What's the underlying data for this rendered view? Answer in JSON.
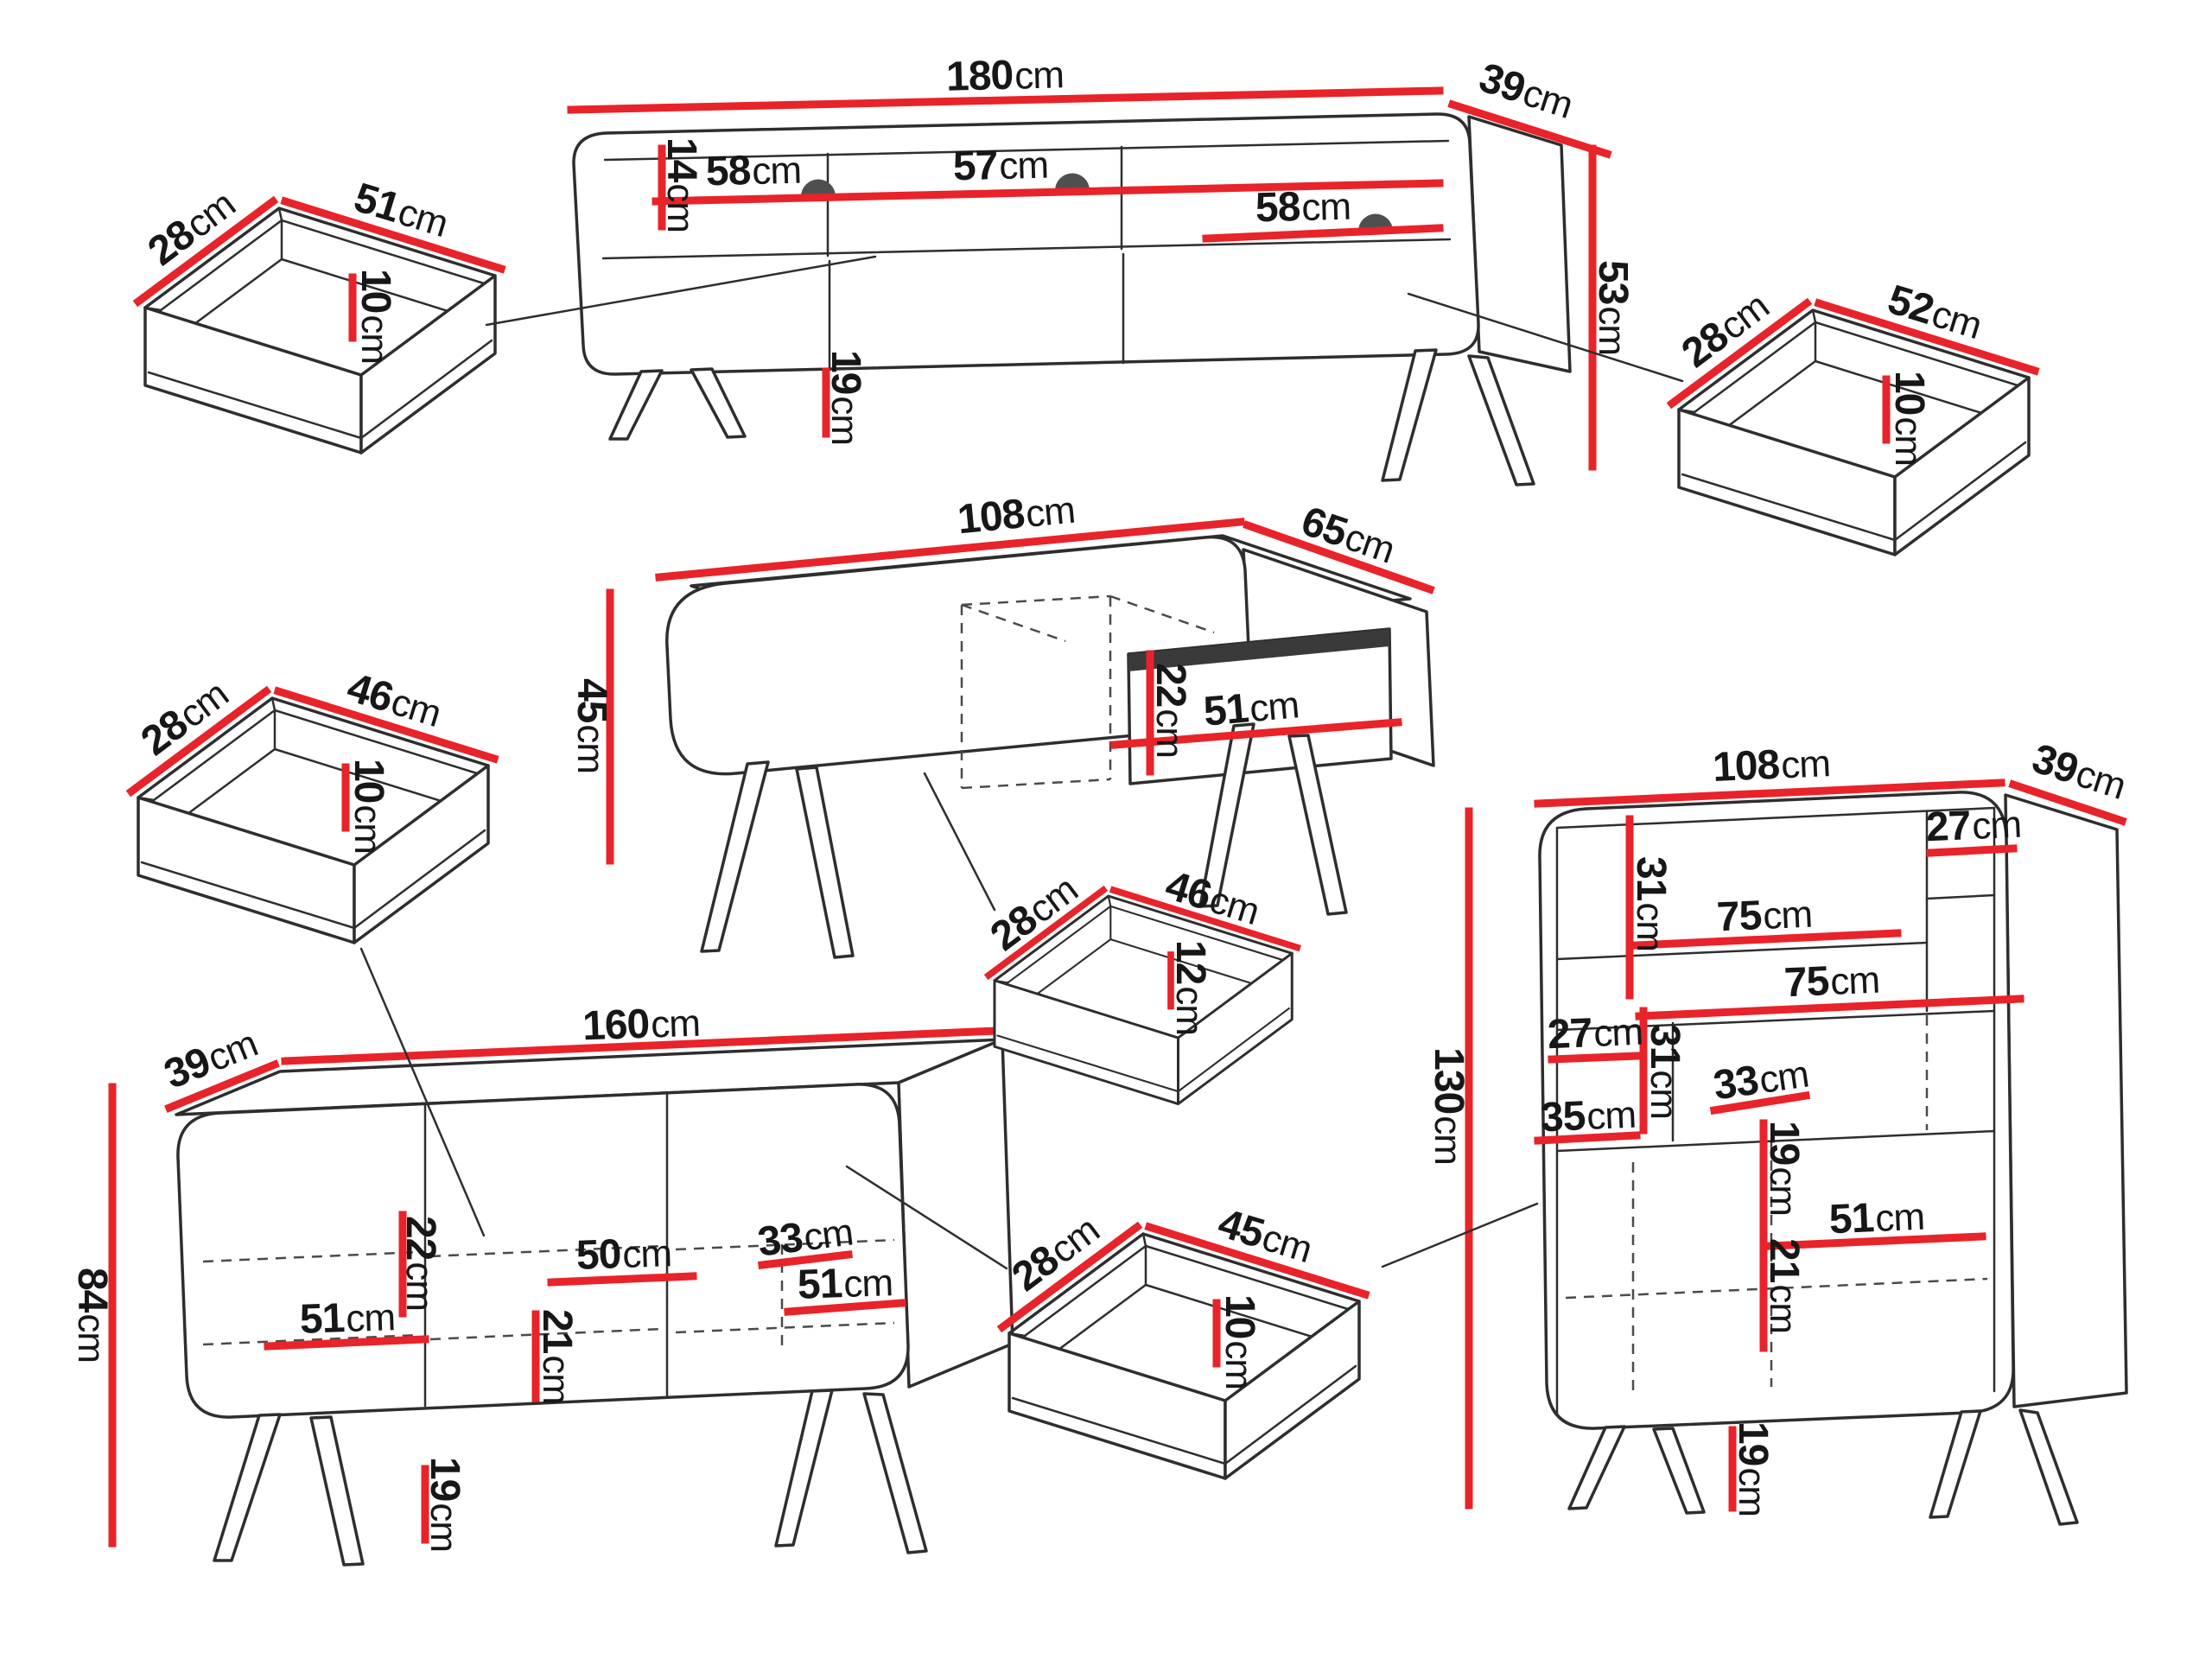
{
  "colors": {
    "dimension_line": "#e8232a",
    "outline": "#2e2e2e",
    "background": "#ffffff"
  },
  "unit": "cm",
  "pieces": {
    "tv_stand": {
      "width": {
        "v": "180",
        "u": "cm"
      },
      "depth": {
        "v": "39",
        "u": "cm"
      },
      "height": {
        "v": "53",
        "u": "cm"
      },
      "top_shelf": {
        "v": "14",
        "u": "cm"
      },
      "left_section": {
        "v": "58",
        "u": "cm"
      },
      "middle_section": {
        "v": "57",
        "u": "cm"
      },
      "right_section": {
        "v": "58",
        "u": "cm"
      },
      "leg_height": {
        "v": "19",
        "u": "cm"
      }
    },
    "drawer_top_left": {
      "depth": {
        "v": "28",
        "u": "cm"
      },
      "width": {
        "v": "51",
        "u": "cm"
      },
      "height": {
        "v": "10",
        "u": "cm"
      }
    },
    "drawer_top_right": {
      "depth": {
        "v": "28",
        "u": "cm"
      },
      "width": {
        "v": "52",
        "u": "cm"
      },
      "height": {
        "v": "10",
        "u": "cm"
      }
    },
    "coffee_table": {
      "width": {
        "v": "108",
        "u": "cm"
      },
      "depth": {
        "v": "65",
        "u": "cm"
      },
      "height": {
        "v": "45",
        "u": "cm"
      },
      "niche_height": {
        "v": "22",
        "u": "cm"
      },
      "niche_width": {
        "v": "51",
        "u": "cm"
      }
    },
    "drawer_mid_left": {
      "depth": {
        "v": "28",
        "u": "cm"
      },
      "width": {
        "v": "46",
        "u": "cm"
      },
      "height": {
        "v": "10",
        "u": "cm"
      }
    },
    "drawer_mid_center": {
      "depth": {
        "v": "28",
        "u": "cm"
      },
      "width": {
        "v": "46",
        "u": "cm"
      },
      "height": {
        "v": "12",
        "u": "cm"
      }
    },
    "sideboard": {
      "depth": {
        "v": "39",
        "u": "cm"
      },
      "width": {
        "v": "160",
        "u": "cm"
      },
      "height": {
        "v": "84",
        "u": "cm"
      },
      "niche_height": {
        "v": "22",
        "u": "cm"
      },
      "middle_width": {
        "v": "50",
        "u": "cm"
      },
      "right_upper_width": {
        "v": "33",
        "u": "cm"
      },
      "right_width": {
        "v": "51",
        "u": "cm"
      },
      "left_width": {
        "v": "51",
        "u": "cm"
      },
      "lower_height": {
        "v": "21",
        "u": "cm"
      },
      "leg_height": {
        "v": "19",
        "u": "cm"
      }
    },
    "drawer_bottom_center": {
      "depth": {
        "v": "28",
        "u": "cm"
      },
      "width": {
        "v": "45",
        "u": "cm"
      },
      "height": {
        "v": "10",
        "u": "cm"
      }
    },
    "bookcase": {
      "width": {
        "v": "108",
        "u": "cm"
      },
      "depth": {
        "v": "39",
        "u": "cm"
      },
      "height": {
        "v": "130",
        "u": "cm"
      },
      "upper_left_height": {
        "v": "31",
        "u": "cm"
      },
      "top_right_width": {
        "v": "27",
        "u": "cm"
      },
      "shelf_width_upper": {
        "v": "75",
        "u": "cm"
      },
      "shelf_width_lower": {
        "v": "75",
        "u": "cm"
      },
      "mid_left_width": {
        "v": "27",
        "u": "cm"
      },
      "mid_height": {
        "v": "31",
        "u": "cm"
      },
      "mid_right_width": {
        "v": "33",
        "u": "cm"
      },
      "lower_left_width": {
        "v": "35",
        "u": "cm"
      },
      "niche_height": {
        "v": "19",
        "u": "cm"
      },
      "lower_shelf_width": {
        "v": "51",
        "u": "cm"
      },
      "lower_height": {
        "v": "21",
        "u": "cm"
      },
      "leg_height": {
        "v": "19",
        "u": "cm"
      }
    }
  }
}
